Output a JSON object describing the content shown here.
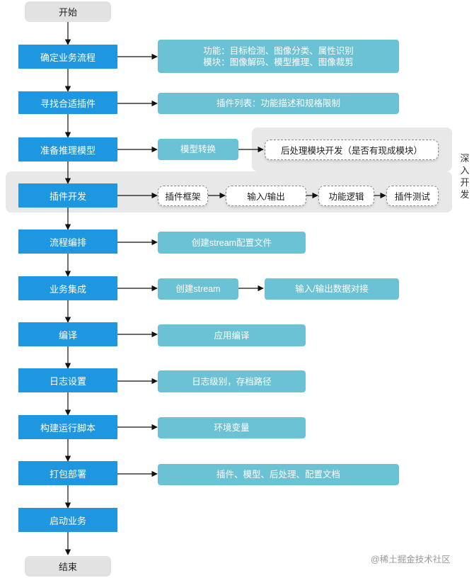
{
  "start": "开始",
  "end": "结束",
  "steps": [
    "确定业务流程",
    "寻找合适插件",
    "准备推理模型",
    "插件开发",
    "流程编排",
    "业务集成",
    "编译",
    "日志设置",
    "构建运行脚本",
    "打包部署",
    "启动业务"
  ],
  "notes": {
    "business_line1": "功能：目标检测、图像分类、属性识别",
    "business_line2": "模块：图像解码、模型推理、图像裁剪",
    "plugin_list": "插件列表：功能描述和规格限制",
    "model_convert": "模型转换",
    "postprocess": "后处理模块开发（是否有现成模块）",
    "plugin_framework": "插件框架",
    "io": "输入/输出",
    "func_logic": "功能逻辑",
    "plugin_test": "插件测试",
    "create_config": "创建stream配置文件",
    "create_stream": "创建stream",
    "io_data": "输入/输出数据对接",
    "app_compile": "应用编译",
    "log_level": "日志级别，存档路径",
    "env_var": "环境变量",
    "package": "插件、模型、后处理、配置文档"
  },
  "side_label": [
    "深",
    "入",
    "开",
    "发"
  ],
  "watermark": "@稀土掘金技术社区",
  "colors": {
    "step": "#1f97e0",
    "note": "#6cc2d5",
    "terminal": "#e2e2e2",
    "shade": "#e8e8e8"
  }
}
